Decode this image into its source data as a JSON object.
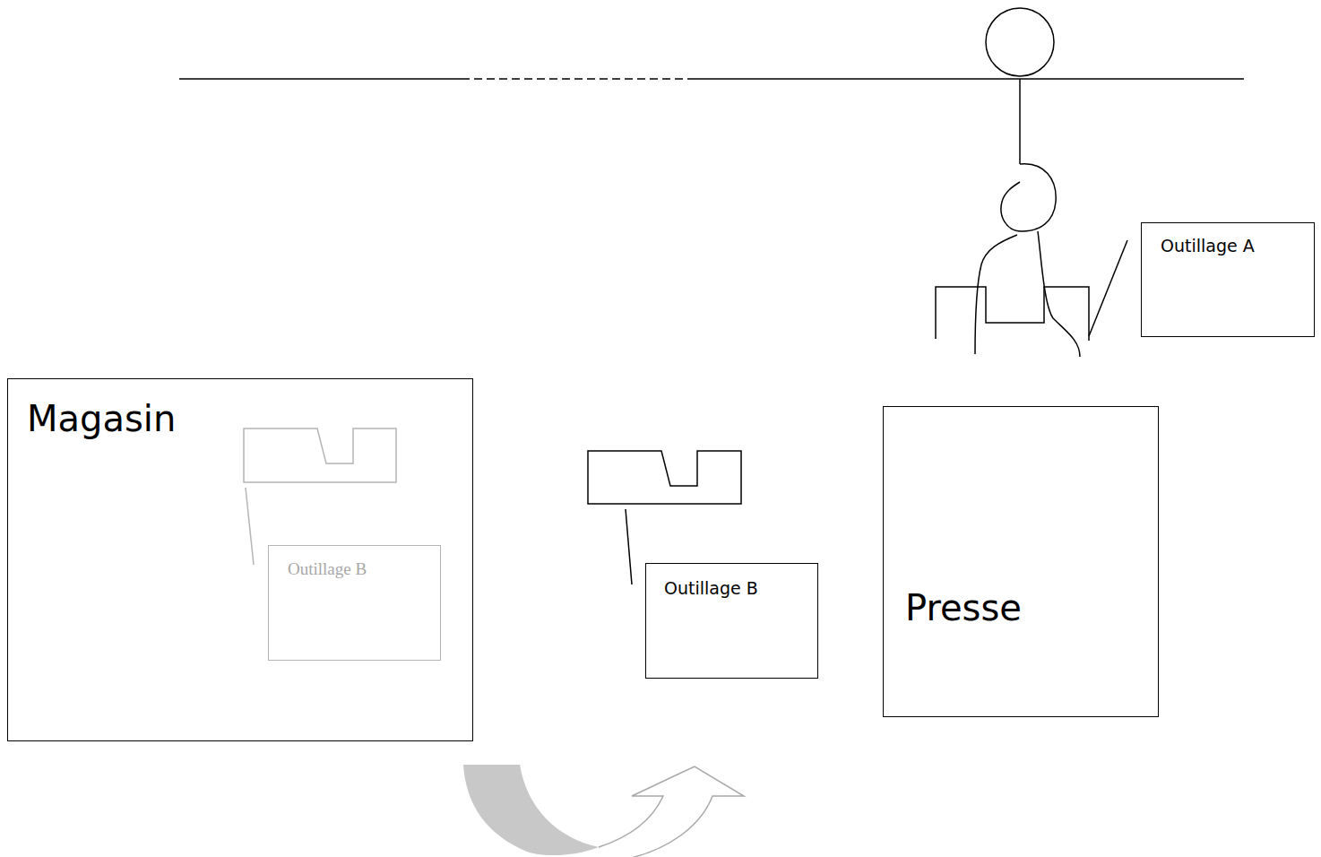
{
  "diagram": {
    "nodes": [
      {
        "text": [
          "Outillage A"
        ]
      },
      {
        "text": [
          "Magasin"
        ]
      },
      {
        "text": [
          "Outillage B"
        ],
        "in": 1
      },
      {
        "text": [
          "Outillage B"
        ]
      },
      {
        "text": [
          "Presse"
        ]
      }
    ]
  }
}
